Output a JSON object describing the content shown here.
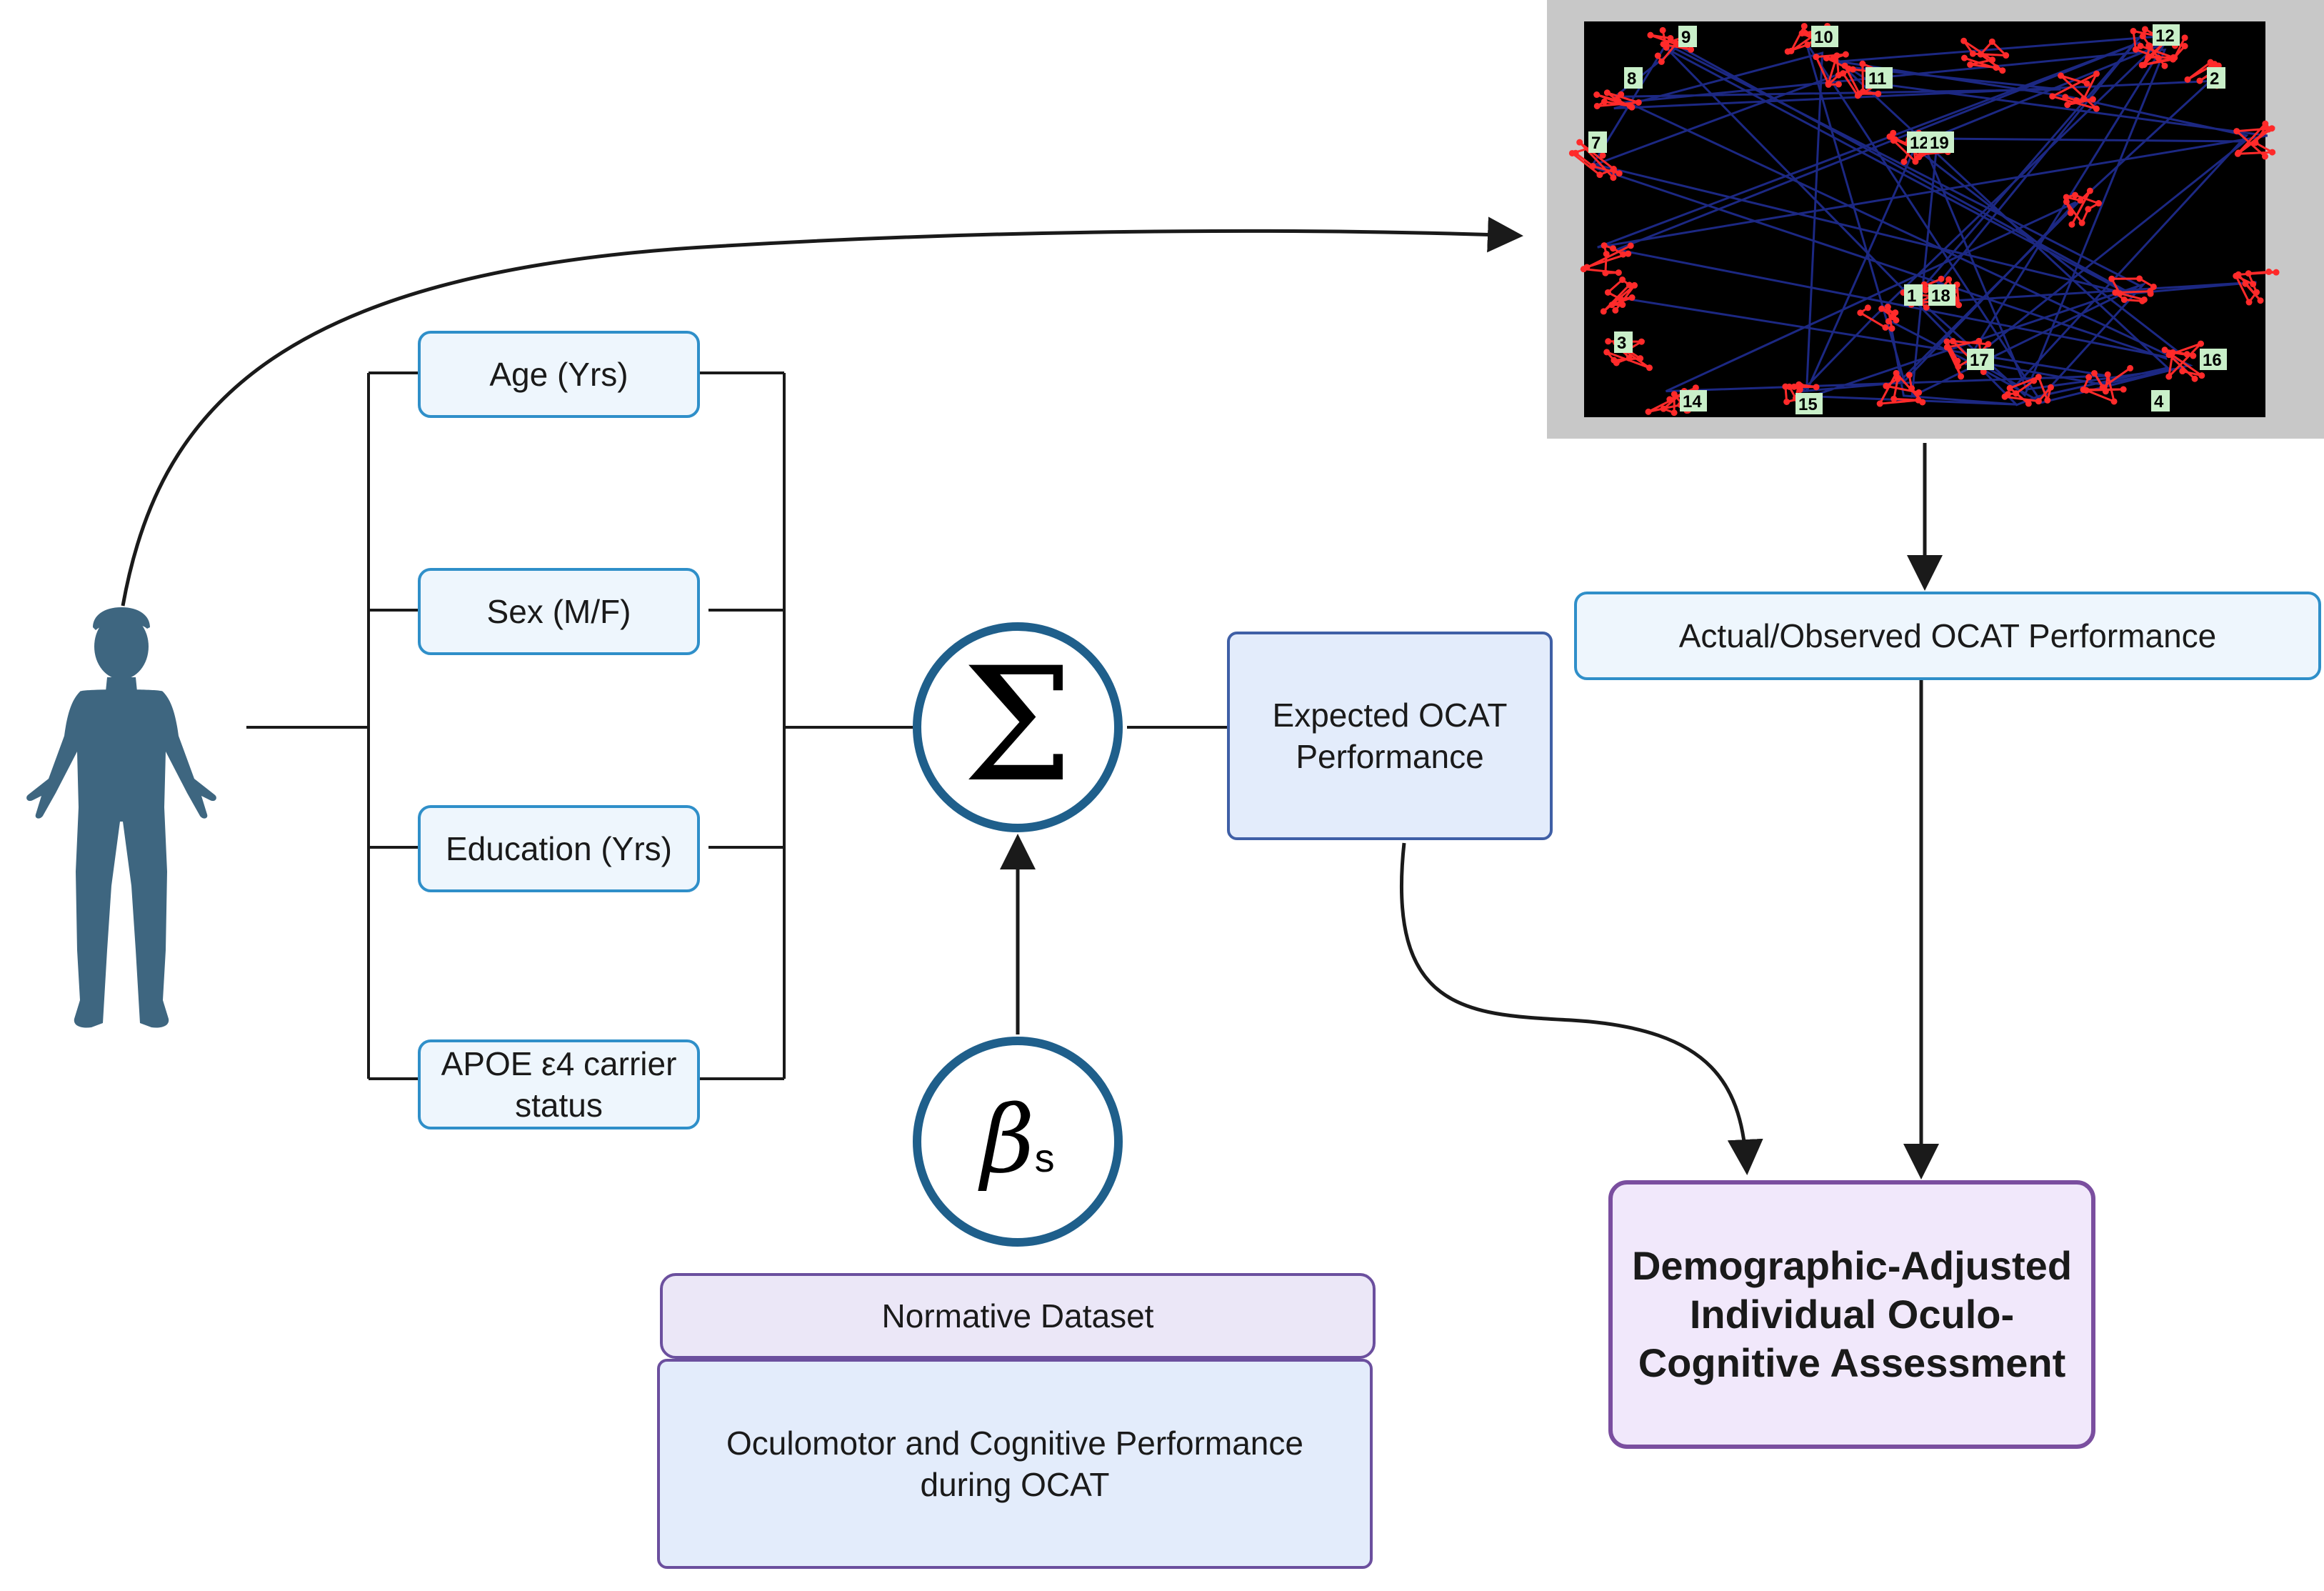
{
  "inputs": {
    "age": "Age (Yrs)",
    "sex": "Sex (M/F)",
    "education": "Education (Yrs)",
    "apoe_line1": "APOE ε4 carrier",
    "apoe_line2": "status"
  },
  "sum_symbol": "Σ",
  "beta_symbol": "β",
  "beta_subscript": "s",
  "expected_line1": "Expected OCAT",
  "expected_line2": "Performance",
  "observed": "Actual/Observed OCAT Performance",
  "normative": {
    "title": "Normative Dataset",
    "body_line1": "Oculomotor and Cognitive Performance",
    "body_line2": "during OCAT"
  },
  "result": {
    "line1": "Demographic-Adjusted",
    "line2": "Individual Oculo-",
    "line3": "Cognitive Assessment"
  },
  "trace": {
    "target_labels": [
      "9",
      "10",
      "12",
      "8",
      "11",
      "2",
      "7",
      "12",
      "19",
      "1",
      "18",
      "3",
      "17",
      "16",
      "14",
      "4",
      "15"
    ]
  },
  "colors": {
    "person": "#3e6680",
    "node_ring": "#1f5f8b",
    "trace_bg": "#000000",
    "trace_frame": "#c8c8c8",
    "fixation": "#ff2a2a",
    "scanpath": "#1e2a8a",
    "label_bg": "#c9efc9"
  }
}
